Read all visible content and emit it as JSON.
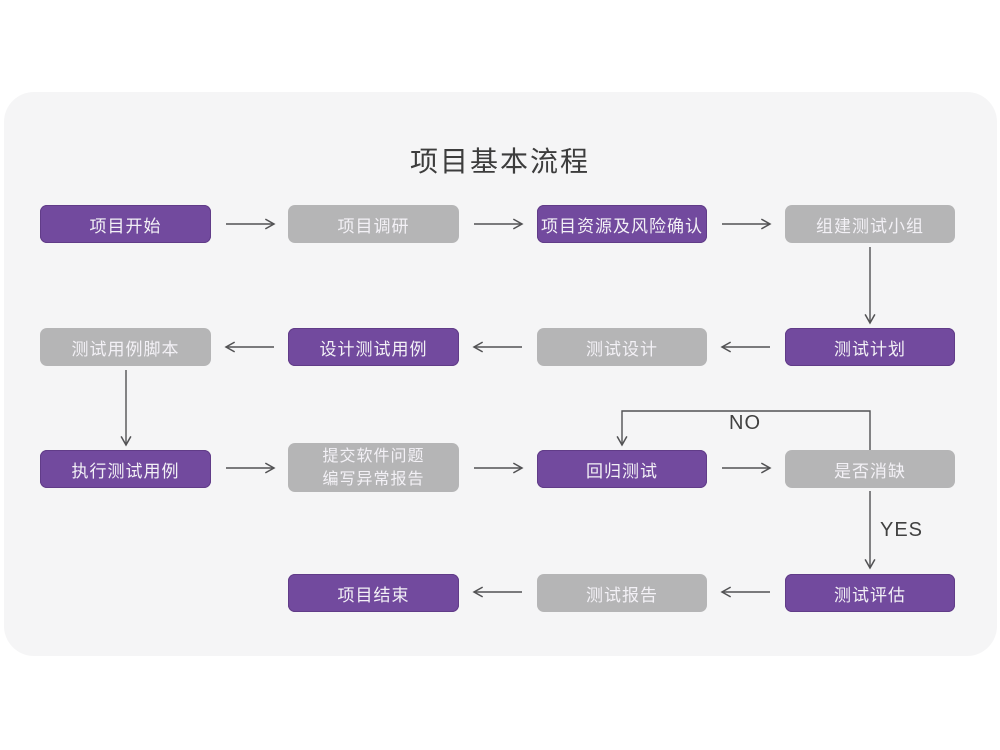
{
  "title": "项目基本流程",
  "colors": {
    "page_bg": "#ffffff",
    "card_bg": "#f5f5f6",
    "node_purple": "#724a9e",
    "node_purple_border": "#613c88",
    "node_gray": "#b5b5b6",
    "node_text": "#f3f1f6",
    "arrow": "#525254",
    "title_text": "#3d3d3d",
    "label_text": "#414141"
  },
  "flowchart": {
    "no_label": "NO",
    "yes_label": "YES",
    "nodes": [
      {
        "label": "项目开始",
        "variant": "purple"
      },
      {
        "label": "项目调研",
        "variant": "gray"
      },
      {
        "label": "项目资源及风险确认",
        "variant": "purple"
      },
      {
        "label": "组建测试小组",
        "variant": "gray"
      },
      {
        "label": "测试计划",
        "variant": "purple"
      },
      {
        "label": "测试设计",
        "variant": "gray"
      },
      {
        "label": "设计测试用例",
        "variant": "purple"
      },
      {
        "label": "测试用例脚本",
        "variant": "gray"
      },
      {
        "label": "执行测试用例",
        "variant": "purple"
      },
      {
        "label_lines": [
          "提交软件问题",
          "编写异常报告"
        ],
        "variant": "gray"
      },
      {
        "label": "回归测试",
        "variant": "purple"
      },
      {
        "label": "是否消缺",
        "variant": "gray"
      },
      {
        "label": "测试评估",
        "variant": "purple"
      },
      {
        "label": "测试报告",
        "variant": "gray"
      },
      {
        "label": "项目结束",
        "variant": "purple"
      }
    ]
  }
}
